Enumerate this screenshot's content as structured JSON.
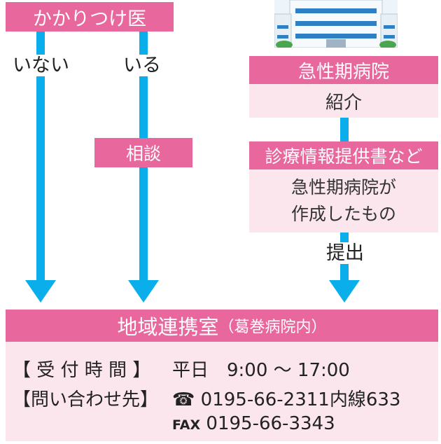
{
  "family_doctor": {
    "title": "かかりつけ医",
    "none_label": "いない",
    "has_label": "いる",
    "consult": "相談"
  },
  "hospital": {
    "title": "急性期病院",
    "referral": "紹介",
    "docs_title": "診療情報提供書など",
    "docs_line1": "急性期病院が",
    "docs_line2": "作成したもの",
    "submit": "提出"
  },
  "office": {
    "title": "地域連携室",
    "subtitle": "（葛巻病院内）",
    "hours_label": "【 受 付 時 間 】",
    "hours_value": "平日　9:00 ～ 17:00",
    "contact_label": "【問い合わせ先】",
    "phone_icon": "☎",
    "phone_value": "0195-66-2311内線633",
    "fax_label": "FAX",
    "fax_value": "0195-66-3343"
  },
  "colors": {
    "pink": "#e8679d",
    "light_pink": "#fce6ee",
    "arrow_blue": "#0aaeea"
  }
}
